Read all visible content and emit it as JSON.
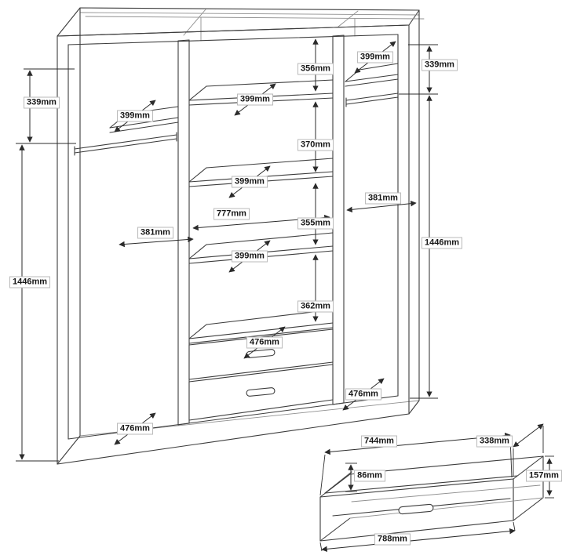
{
  "drawing": {
    "line_color": "#3c3c3c",
    "dimension_color": "#2b2b2b",
    "background": "#ffffff"
  },
  "dims": {
    "left_339": "339mm",
    "left_1446": "1446mm",
    "left_shelf_399": "399mm",
    "left_381": "381mm",
    "left_floor_476": "476mm",
    "mid_356": "356mm",
    "shelf1_399": "399mm",
    "mid_370": "370mm",
    "shelf2_399": "399mm",
    "mid_777": "777mm",
    "mid_355": "355mm",
    "shelf3_399": "399mm",
    "mid_362": "362mm",
    "drawer_top_476": "476mm",
    "right_shelf_399": "399mm",
    "right_339": "339mm",
    "right_381": "381mm",
    "right_1446": "1446mm",
    "right_floor_476": "476mm",
    "detail_744": "744mm",
    "detail_338": "338mm",
    "detail_86": "86mm",
    "detail_157": "157mm",
    "detail_788": "788mm"
  }
}
